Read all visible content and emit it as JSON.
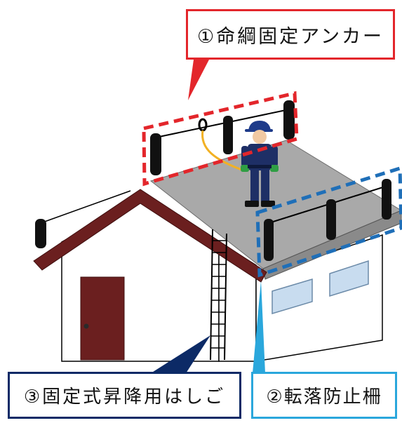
{
  "labels": {
    "anchor": "①命綱固定アンカー",
    "ladder": "③固定式昇降用はしご",
    "rail": "②転落防止柵"
  },
  "colors": {
    "anchor_accent": "#e3262b",
    "ladder_accent": "#0c2a66",
    "rail_accent": "#2aa7dc",
    "roof_surface": "#a9a9a9",
    "roof_trim": "#6b1f1f",
    "door": "#6b1f1f",
    "lanyard": "#f2b124",
    "worker_suit": "#1e2f66",
    "window": "#c8dcef"
  },
  "icons": {
    "worker": "worker-figure-icon",
    "ring": "anchor-ring-icon"
  }
}
